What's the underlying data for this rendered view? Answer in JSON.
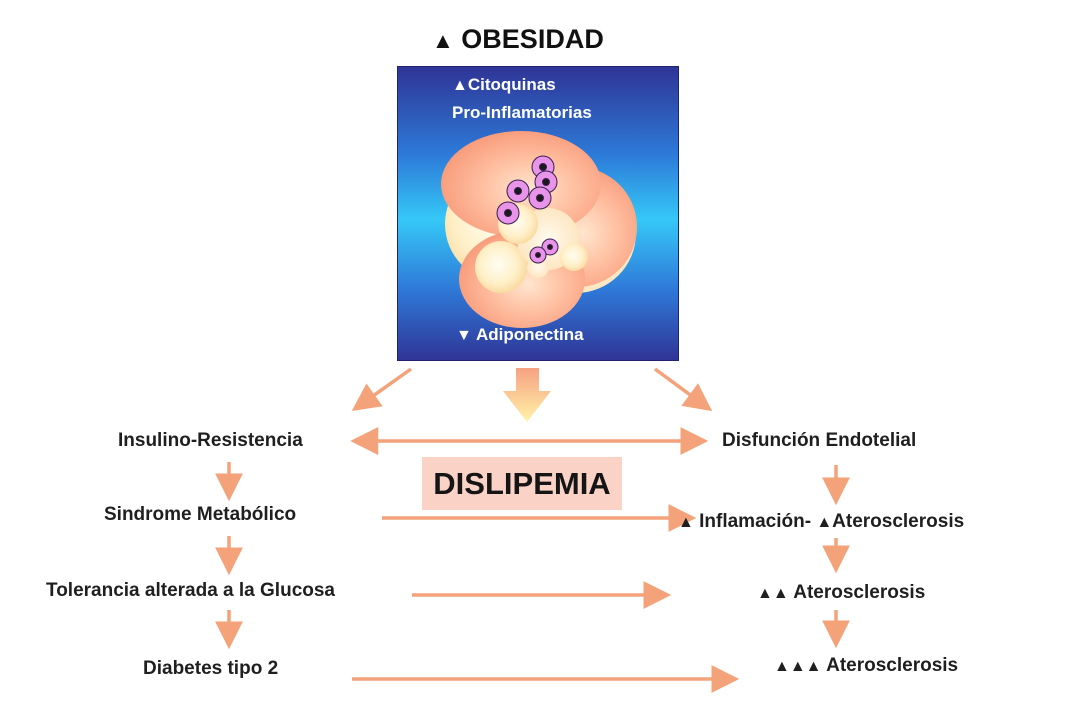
{
  "header": {
    "arrow": "▲",
    "title": "OBESIDAD"
  },
  "cell_box": {
    "arrow_up": "▲",
    "line1": "Citoquinas",
    "line2": "Pro-Inflamatorias",
    "arrow_down": "▼",
    "line3": "Adiponectina"
  },
  "center": {
    "label": "DISLIPEMIA"
  },
  "left_column": {
    "item1": "Insulino-Resistencia",
    "item2": "Sindrome Metabólico",
    "item3": "Tolerancia alterada a la Glucosa",
    "item4": "Diabetes tipo 2"
  },
  "right_column": {
    "item1": "Disfunción Endotelial",
    "item2_arrow_a": "▲",
    "item2_a": "Inflamación-",
    "item2_arrow_b": "▲",
    "item2_b": "Aterosclerosis",
    "item3_arrows": "▲▲",
    "item3": "Aterosclerosis",
    "item4_arrows": "▲▲▲",
    "item4": "Aterosclerosis"
  },
  "colors": {
    "arrow": "#f4a27a",
    "box_dark": "#2f3596",
    "box_light": "#35c8f7",
    "highlight_bg": "#fbd2c6",
    "cell_peach": "#f99b7c",
    "cell_cream": "#fde3ae",
    "particle": "#e691e8"
  }
}
